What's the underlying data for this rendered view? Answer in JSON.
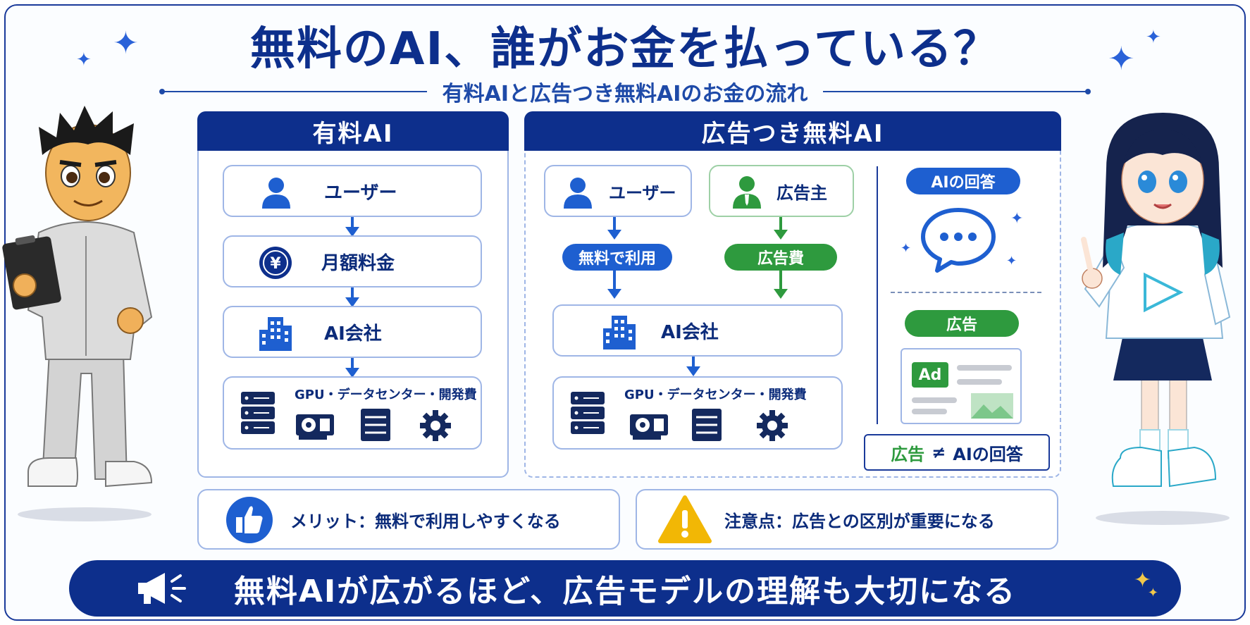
{
  "title": "無料のAI、誰がお金を払っている？",
  "subtitle": "有料AIと広告つき無料AIのお金の流れ",
  "paid": {
    "header": "有料AI",
    "user": "ユーザー",
    "fee": "月額料金",
    "company": "AI会社",
    "infra": "GPU・データセンター・開発費"
  },
  "free": {
    "header": "広告つき無料AI",
    "user": "ユーザー",
    "advertiser": "広告主",
    "use_free": "無料で利用",
    "ad_cost": "広告費",
    "company": "AI会社",
    "infra": "GPU・データセンター・開発費",
    "ai_answer_label": "AIの回答",
    "ad_label": "広告",
    "ad_badge": "Ad",
    "neq_left": "広告",
    "neq_sign": "≠",
    "neq_right": "AIの回答"
  },
  "merit": "メリット：無料で利用しやすくなる",
  "caution": "注意点：広告との区別が重要になる",
  "banner": "無料AIが広がるほど、広告モデルの理解も大切になる",
  "colors": {
    "navy": "#0d2f8c",
    "blue": "#1e5fd0",
    "green": "#2e9a3e",
    "yellow": "#f2b705",
    "border": "#9fb6e6"
  }
}
